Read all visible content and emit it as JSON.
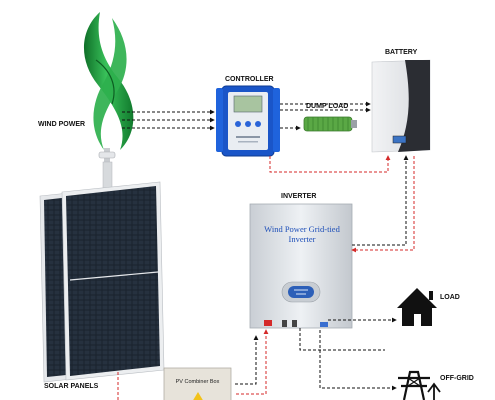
{
  "labels": {
    "wind_power": "WIND POWER",
    "controller": "CONTROLLER",
    "battery": "BATTERY",
    "dump_load": "DUMP LOAD",
    "inverter": "INVERTER",
    "inverter_title": "Wind Power Grid-tied Inverter",
    "load": "LOAD",
    "off_grid": "OFF-GRID",
    "solar_panels": "SOLAR PANELS",
    "pv_combiner_box": "PV Combiner Box"
  },
  "colors": {
    "turbine_green": "#1f9a3a",
    "controller_blue": "#1a55c8",
    "dump_load_green": "#5aa845",
    "battery_dark": "#2b2d33",
    "panel_cell": "#1b2430",
    "flow_black": "#111111",
    "flow_red": "#d42a2a",
    "inverter_text": "#1e4fb8"
  },
  "icons": [
    "wind-turbine-icon",
    "controller-device-icon",
    "dump-load-resistor-icon",
    "battery-icon",
    "inverter-icon",
    "solar-panel-icon",
    "combiner-box-icon",
    "house-icon",
    "power-tower-icon",
    "warning-icon"
  ]
}
